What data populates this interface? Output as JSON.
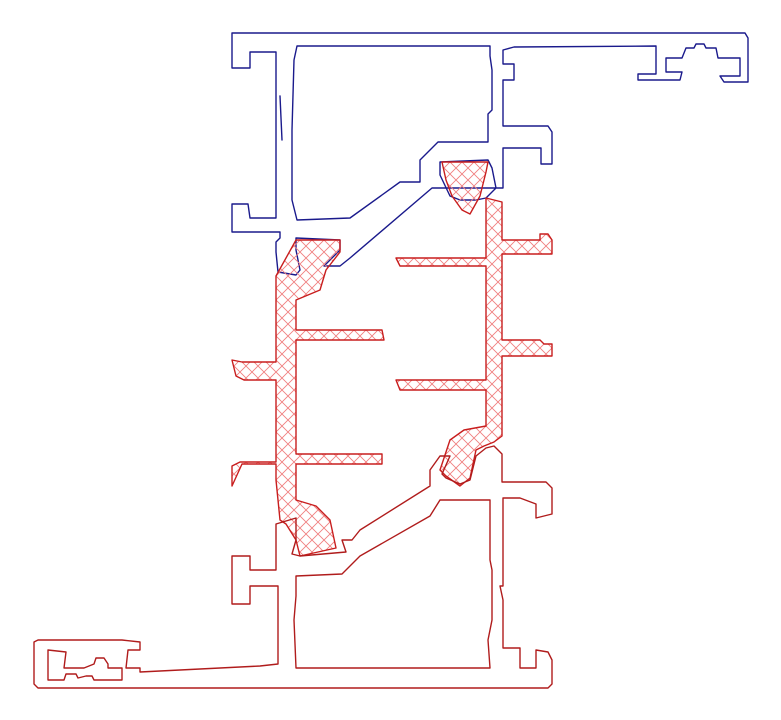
{
  "drawing": {
    "colors": {
      "upper_profile": "#1a1a8c",
      "lower_profile": "#b01c1c",
      "thermal_break_stroke": "#c81e1e",
      "thermal_break_hatch": "#f08080",
      "background": "#ffffff"
    },
    "parts": [
      {
        "id": "upper-profile",
        "kind": "aluminium-section"
      },
      {
        "id": "thermal-break-insulator",
        "kind": "hatched-insulation-strip"
      },
      {
        "id": "lower-profile",
        "kind": "aluminium-section"
      }
    ]
  }
}
